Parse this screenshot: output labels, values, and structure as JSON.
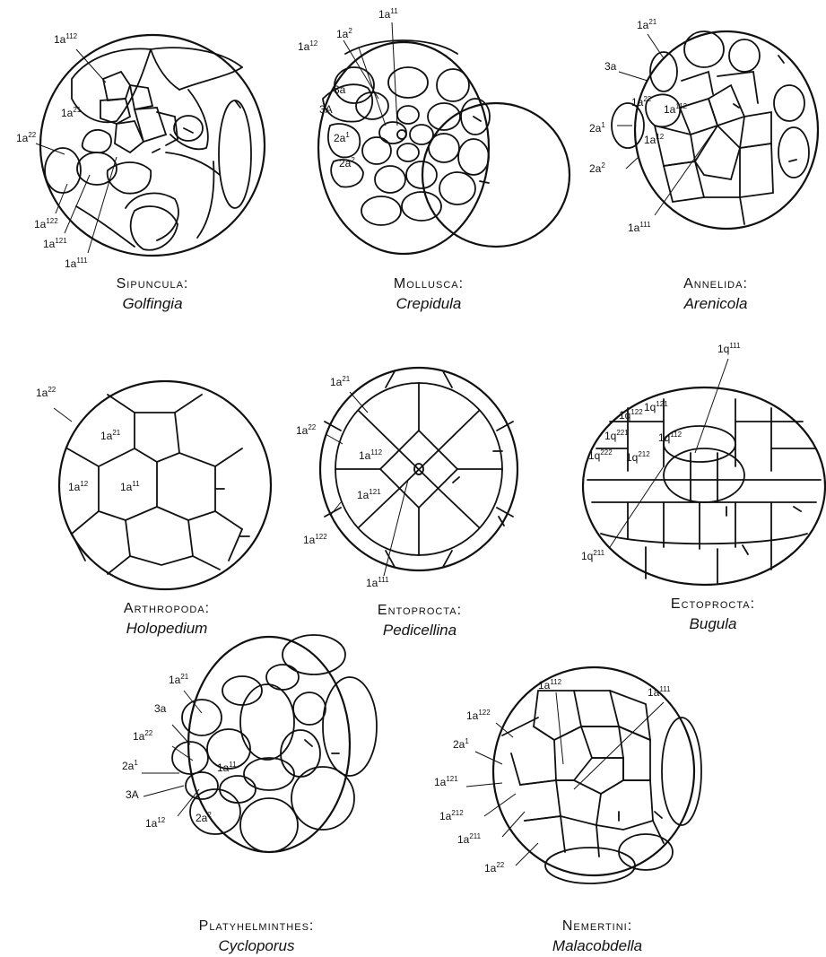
{
  "panels": [
    {
      "phylum": "Sipuncula:",
      "genus": "Golfingia",
      "labels": [
        [
          "1a",
          "112"
        ],
        [
          "1a",
          "21"
        ],
        [
          "1a",
          "22"
        ],
        [
          "1a",
          "122"
        ],
        [
          "1a",
          "121"
        ],
        [
          "1a",
          "111"
        ]
      ]
    },
    {
      "phylum": "Mollusca:",
      "genus": "Crepidula",
      "labels": [
        [
          "1a",
          "11"
        ],
        [
          "1a",
          "12"
        ],
        [
          "1a",
          "2"
        ],
        [
          "3a",
          ""
        ],
        [
          "3A",
          ""
        ],
        [
          "2a",
          "1"
        ],
        [
          "2a",
          "2"
        ]
      ]
    },
    {
      "phylum": "Annelida:",
      "genus": "Arenicola",
      "labels": [
        [
          "1a",
          "21"
        ],
        [
          "3a",
          ""
        ],
        [
          "1a",
          "22"
        ],
        [
          "1a",
          "112"
        ],
        [
          "2a",
          "1"
        ],
        [
          "1a",
          "12"
        ],
        [
          "2a",
          "2"
        ],
        [
          "1a",
          "111"
        ]
      ]
    },
    {
      "phylum": "Arthropoda:",
      "genus": "Holopedium",
      "labels": [
        [
          "1a",
          "22"
        ],
        [
          "1a",
          "21"
        ],
        [
          "1a",
          "12"
        ],
        [
          "1a",
          "11"
        ]
      ]
    },
    {
      "phylum": "Entoprocta:",
      "genus": "Pedicellina",
      "labels": [
        [
          "1a",
          "21"
        ],
        [
          "1a",
          "22"
        ],
        [
          "1a",
          "112"
        ],
        [
          "1a",
          "121"
        ],
        [
          "1a",
          "122"
        ],
        [
          "1a",
          "111"
        ]
      ]
    },
    {
      "phylum": "Ectoprocta:",
      "genus": "Bugula",
      "labels": [
        [
          "1q",
          "111"
        ],
        [
          "1q",
          "122"
        ],
        [
          "1q",
          "121"
        ],
        [
          "1q",
          "221"
        ],
        [
          "1q",
          "112"
        ],
        [
          "1q",
          "212"
        ],
        [
          "1q",
          "222"
        ],
        [
          "1q",
          "211"
        ]
      ]
    },
    {
      "phylum": "Platyhelminthes:",
      "genus": "Cycloporus",
      "labels": [
        [
          "1a",
          "21"
        ],
        [
          "3a",
          ""
        ],
        [
          "1a",
          "22"
        ],
        [
          "2a",
          "1"
        ],
        [
          "1a",
          "11"
        ],
        [
          "3A",
          ""
        ],
        [
          "2a",
          "2"
        ],
        [
          "1a",
          "12"
        ]
      ]
    },
    {
      "phylum": "Nemertini:",
      "genus": "Malacobdella",
      "labels": [
        [
          "1a",
          "112"
        ],
        [
          "1a",
          "111"
        ],
        [
          "1a",
          "122"
        ],
        [
          "2a",
          "1"
        ],
        [
          "1a",
          "121"
        ],
        [
          "1a",
          "212"
        ],
        [
          "1a",
          "211"
        ],
        [
          "1a",
          "22"
        ]
      ]
    }
  ]
}
